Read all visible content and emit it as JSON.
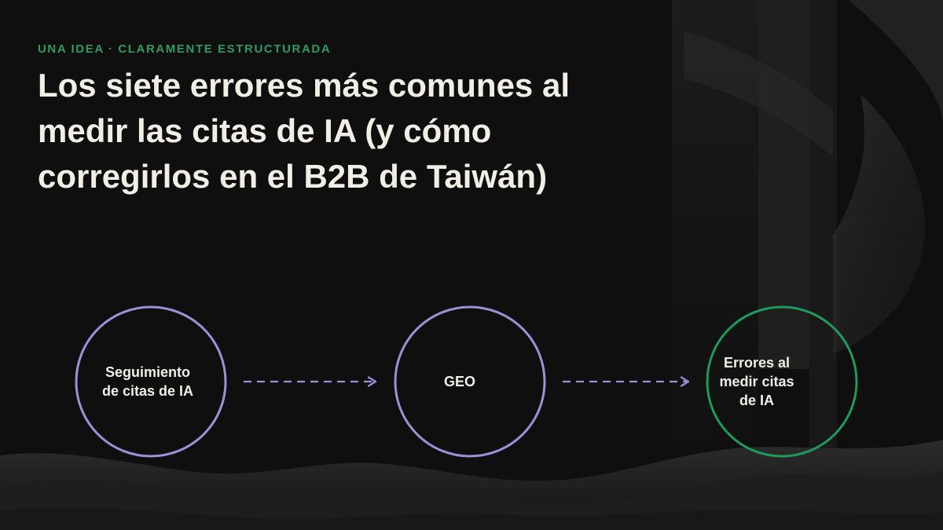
{
  "header": {
    "eyebrow": "UNA IDEA · CLARAMENTE ESTRUCTURADA",
    "title": "Los siete errores más comunes al medir las citas de IA (y cómo corregirlos en el B2B de Taiwán)"
  },
  "diagram": {
    "nodes": [
      {
        "lines": [
          "Seguimiento",
          "de citas de IA"
        ],
        "color": "#a08fd6"
      },
      {
        "lines": [
          "GEO"
        ],
        "color": "#a08fd6"
      },
      {
        "lines": [
          "Errores al",
          "medir citas",
          "de IA"
        ],
        "color": "#1f9a5f"
      }
    ],
    "arrow_color": "#a08fd6"
  },
  "colors": {
    "background": "#0f0f0f",
    "accent_green": "#2f9a63",
    "text": "#f1eee6",
    "accent_purple": "#a08fd6"
  }
}
